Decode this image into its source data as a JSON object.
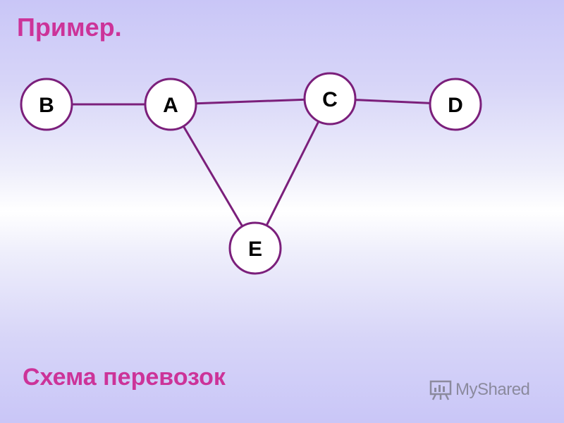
{
  "title": "Пример.",
  "subtitle": "Схема перевозок",
  "diagram": {
    "nodes": [
      {
        "id": "B",
        "label": "B"
      },
      {
        "id": "A",
        "label": "A"
      },
      {
        "id": "C",
        "label": "C"
      },
      {
        "id": "D",
        "label": "D"
      },
      {
        "id": "E",
        "label": "E"
      }
    ],
    "edges": [
      [
        "B",
        "A"
      ],
      [
        "A",
        "C"
      ],
      [
        "C",
        "D"
      ],
      [
        "A",
        "E"
      ],
      [
        "C",
        "E"
      ]
    ],
    "colors": {
      "edge": "#7b1f7b",
      "node_fill": "#ffffff",
      "label": "#000000"
    }
  },
  "watermark": {
    "text": "MyShared",
    "icon": "presentation-board-icon"
  },
  "colors": {
    "accent": "#cc3399"
  }
}
